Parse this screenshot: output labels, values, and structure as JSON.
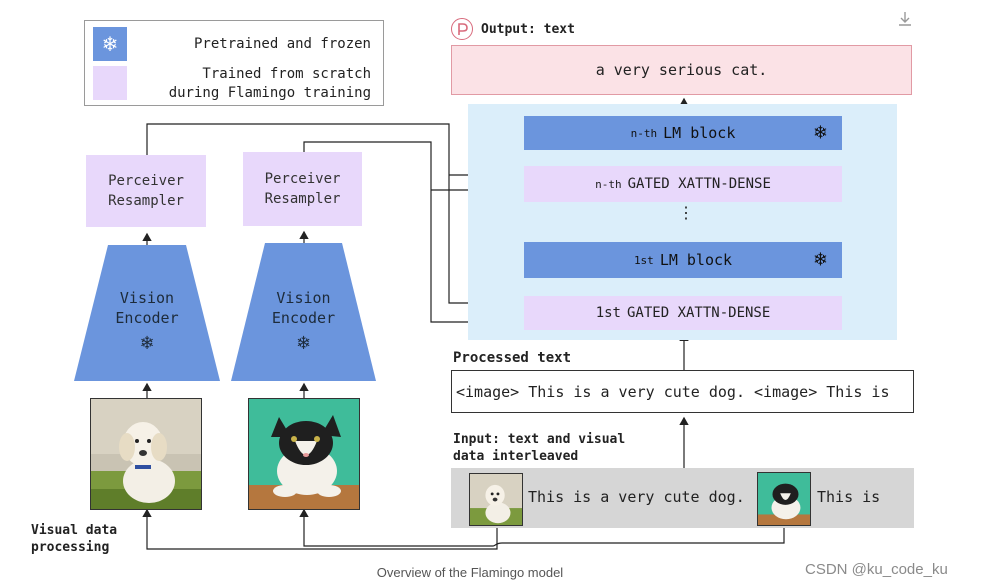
{
  "legend": {
    "frozen_label": "Pretrained and frozen",
    "trained_label_line1": "Trained from scratch",
    "trained_label_line2": "during Flamingo training"
  },
  "left_pipeline": {
    "resampler_1_line1": "Perceiver",
    "resampler_1_line2": "Resampler",
    "resampler_2_line1": "Perceiver",
    "resampler_2_line2": "Resampler",
    "encoder_1_line1": "Vision",
    "encoder_1_line2": "Encoder",
    "encoder_2_line1": "Vision",
    "encoder_2_line2": "Encoder",
    "section_label_line1": "Visual data",
    "section_label_line2": "processing"
  },
  "lm_stack": {
    "output_label": "Output: text",
    "output_text": "a very serious cat.",
    "nth_lm_prefix": "n-th",
    "nth_lm_label": "LM block",
    "nth_xattn_prefix": "n-th",
    "nth_xattn_label": "GATED XATTN-DENSE",
    "first_lm_prefix": "1st",
    "first_lm_label": "LM block",
    "first_xattn_prefix": "1st",
    "first_xattn_label": "GATED XATTN-DENSE",
    "ellipsis": "⋮"
  },
  "processed": {
    "label": "Processed text",
    "text": "<image> This is a very cute dog. <image> This is"
  },
  "input": {
    "label_line1": "Input: text and visual",
    "label_line2": "data interleaved",
    "text_1": "This is a very cute dog.",
    "text_2": "This is"
  },
  "caption": "Overview of the Flamingo model",
  "watermark": "CSDN @ku_code_ku",
  "icons": {
    "frozen": "snowflake-icon",
    "output": "output-badge-icon",
    "download": "download-icon"
  },
  "colors": {
    "frozen_blue": "#6b95dd",
    "trained_lavender": "#e8d8fb",
    "stack_background": "#dbeefa",
    "output_pink": "#fbe2e6"
  }
}
